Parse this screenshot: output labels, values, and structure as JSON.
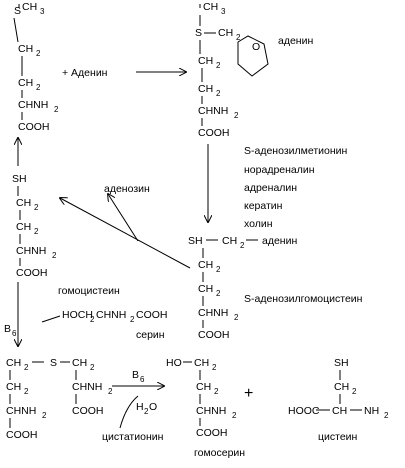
{
  "sub2": "2",
  "sub3": "3",
  "sub6": "6",
  "methionine": {
    "s": "S",
    "ch": "CH",
    "chnh": "CHNH",
    "cooh": "COOH"
  },
  "plus_adenine": "+  Аденин",
  "sam": {
    "s": "S",
    "ch": "CH",
    "chnh": "CHNH",
    "cooh": "COOH",
    "adenine": "аденин",
    "ring_o": "O"
  },
  "acceptors": {
    "sam_cation": "S-аденозилметионин",
    "list": [
      "норадреналин",
      "адреналин",
      "кератин",
      "холин"
    ]
  },
  "adenosine": "аденозин",
  "sah": {
    "sh": "SH",
    "ch": "CH",
    "chnh": "CHNH",
    "cooh": "COOH",
    "adenine": "аденин",
    "name": "S-аденозилгомоцистеин"
  },
  "homocysteine": {
    "sh": "SH",
    "ch": "CH",
    "chnh": "CHNH",
    "cooh": "COOH",
    "name": "гомоцистеин"
  },
  "b6": "B",
  "serine": {
    "formula": "HOCH",
    "formula_mid": "CHNH",
    "formula_end": "COOH",
    "name": "серин"
  },
  "cystathionine": {
    "ch": "CH",
    "s": "S",
    "chnh": "CHNH",
    "cooh": "COOH",
    "name": "цистатионин"
  },
  "water": {
    "h": "H",
    "o": "O"
  },
  "homoserine": {
    "ho": "HO",
    "ch": "CH",
    "chnh": "CHNH",
    "cooh": "COOH",
    "name": "гомосерин"
  },
  "plus": "+",
  "cysteine": {
    "sh": "SH",
    "ch": "CH",
    "main": "HOOC",
    "mid": "CH",
    "nh": "NH",
    "name": "цистеин"
  }
}
